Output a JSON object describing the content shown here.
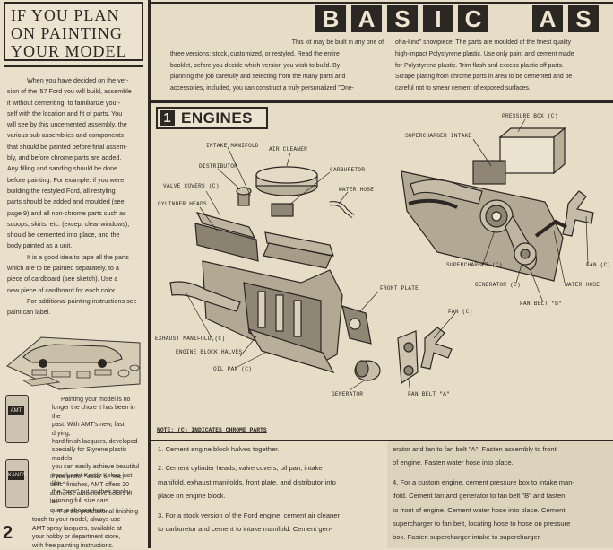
{
  "sidebar": {
    "title": [
      "IF YOU PLAN",
      "ON PAINTING",
      "YOUR MODEL"
    ],
    "paragraphs": [
      "When you have decided on the ver-",
      "sion of the '57 Ford you will build, assemble",
      "it without cementing, to familiarize your-",
      "self with the location and fit of parts. You",
      "will see by this uncemented assembly, the",
      "various sub assemblies and components",
      "that should be painted before final assem-",
      "bly, and before chrome parts are added.",
      "Any filling and sanding should be done",
      "before painting. For example: if you were",
      "building the restyled Ford, all restyling",
      "parts should be added and moulded (see",
      "page 9) and all non-chrome parts such as",
      "scoops, skirts, etc. (except clear windows),",
      "should be cemented into place, and the",
      "body painted as a unit.",
      "It is a good idea to tape all the parts",
      "which are to be painted separately, to a",
      "piece of cardboard (see sketch). Use a",
      "new piece of cardboard for each color.",
      "For additional painting instructions see",
      "paint can label."
    ],
    "lower": [
      "Painting your model is no",
      "longer the chore it has been in the",
      "past. With AMT's new, fast drying,",
      "hard finish lacquers, developed",
      "specially for Styrene plastic models,",
      "you can easily achieve beautiful",
      "translucent Kandy Kolors just like",
      "the \"pros\" put on their trophy-",
      "winning full size cars."
    ],
    "lower2": [
      "If you prefer \"solid\" or \"me-",
      "tallic\" finishes, AMT offers 20",
      "authentic automotive colors in lac-",
      "quer to choose from."
    ],
    "lower3": [
      "For the professional finishing",
      "touch to your model, always use",
      "AMT spray lacquers, available at",
      "your hobby or department store,",
      "with free painting instructions."
    ],
    "can1_label": "AMT",
    "can2_label": "KANDY",
    "page_number": "2"
  },
  "header": {
    "letters": [
      "B",
      "A",
      "S",
      "I",
      "C",
      "A",
      "S"
    ],
    "intro_col1": [
      "This kit may be built in any one of",
      "three versions: stock, customized, or restyled. Read the entire",
      "booklet, before you decide which version you wish to build. By",
      "planning the job carefully and selecting from the many parts and",
      "accessories, included, you can construct a truly personalized \"One-"
    ],
    "intro_col2": [
      "of-a-kind\" showpiece. The parts are moulded of the finest quality",
      "high-impact Polystyrene plastic. Use only paint and cement made",
      "for Polystyrene plastic. Trim flash and excess plastic off parts.",
      "Scrape plating from chrome parts in area to be cemented and be",
      "careful not to smear cement of exposed surfaces."
    ]
  },
  "section": {
    "number": "1",
    "title": "ENGINES"
  },
  "labels": {
    "intake_manifold": "INTAKE MANIFOLD",
    "air_cleaner": "AIR CLEANER",
    "distributor": "DISTRIBUTOR",
    "carburetor": "CARBURETOR",
    "valve_covers": "VALVE COVERS (C)",
    "water_hose_left": "WATER HOSE",
    "cylinder_heads": "CYLINDER HEADS",
    "front_plate": "FRONT PLATE",
    "exhaust_manifold": "EXHAUST MANIFOLD (C)",
    "engine_block_halves": "ENGINE BLOCK HALVES",
    "oil_pan": "OIL PAN (C)",
    "fan_left": "FAN (C)",
    "generator_left": "GENERATOR",
    "fan_belt_a": "FAN BELT \"A\"",
    "pressure_box": "PRESSURE BOX (C)",
    "supercharger_intake": "SUPERCHARGER INTAKE",
    "supercharger": "SUPERCHARGER (C)",
    "fan_right": "FAN (C)",
    "generator_right": "GENERATOR (C)",
    "water_hose_right": "WATER HOSE",
    "fan_belt_b": "FAN BELT \"B\""
  },
  "note": "NOTE: (C) INDICATES CHROME PARTS",
  "steps_col1": [
    "1. Cement engine block halves together.",
    "2. Cement cylinder heads, valve covers, oil pan, intake",
    "manifold, exhaust manifolds, front plate, and distributor into",
    "place on engine block.",
    "3. For a stock version of the Ford engine, cement air cleaner",
    "to carburetor and cement to intake manifold. Cement gen-"
  ],
  "steps_col2": [
    "erator and fan to fan belt \"A\". Fasten assembly to front",
    "of engine. Fasten water hose into place.",
    "4. For a custom engine, cement pressure box to intake man-",
    "ifold. Cement fan and generator to fan belt \"B\" and fasten",
    "to front of engine. Cement water hose into place. Cement",
    "supercharger to fan belt, locating hose to hose on pressure",
    "box. Fasten supercharger intake to supercharger."
  ]
}
